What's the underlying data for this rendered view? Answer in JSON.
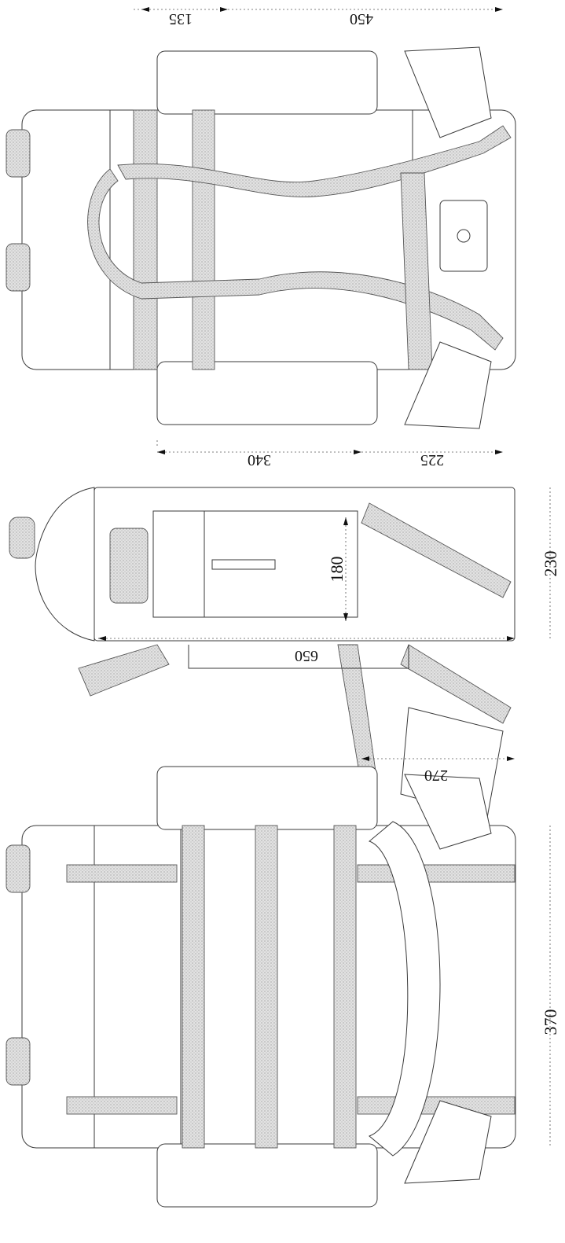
{
  "colors": {
    "line": "#3a3a3a",
    "text": "#111111",
    "background": "#ffffff",
    "strap_fill": "#c8c8c8"
  },
  "views": [
    {
      "id": "rear",
      "dimensions": {
        "height_total": "450",
        "top_pocket": "135"
      }
    },
    {
      "id": "side",
      "dimensions": {
        "lower_height": "225",
        "upper_height": "340",
        "pocket_width": "180",
        "depth": "230"
      }
    },
    {
      "id": "front",
      "dimensions": {
        "height_total": "650",
        "side_pocket": "270",
        "width": "370"
      }
    }
  ]
}
